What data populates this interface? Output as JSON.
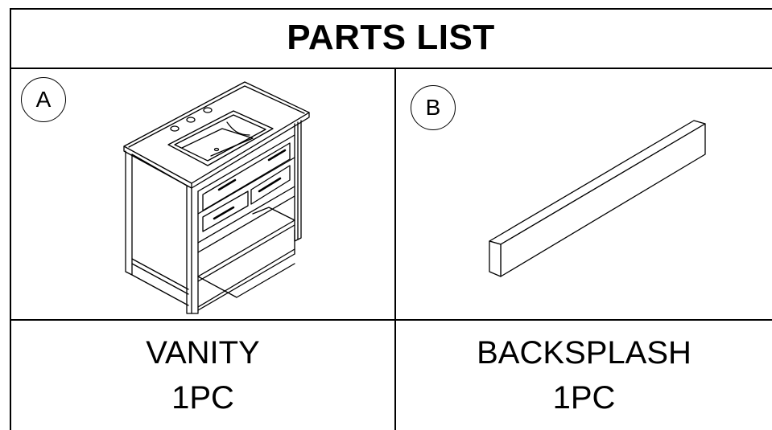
{
  "title": "PARTS LIST",
  "parts": [
    {
      "marker": "A",
      "name": "VANITY",
      "qty": "1PC",
      "icon": "vanity-cabinet-icon"
    },
    {
      "marker": "B",
      "name": "BACKSPLASH",
      "qty": "1PC",
      "icon": "backsplash-board-icon"
    }
  ]
}
